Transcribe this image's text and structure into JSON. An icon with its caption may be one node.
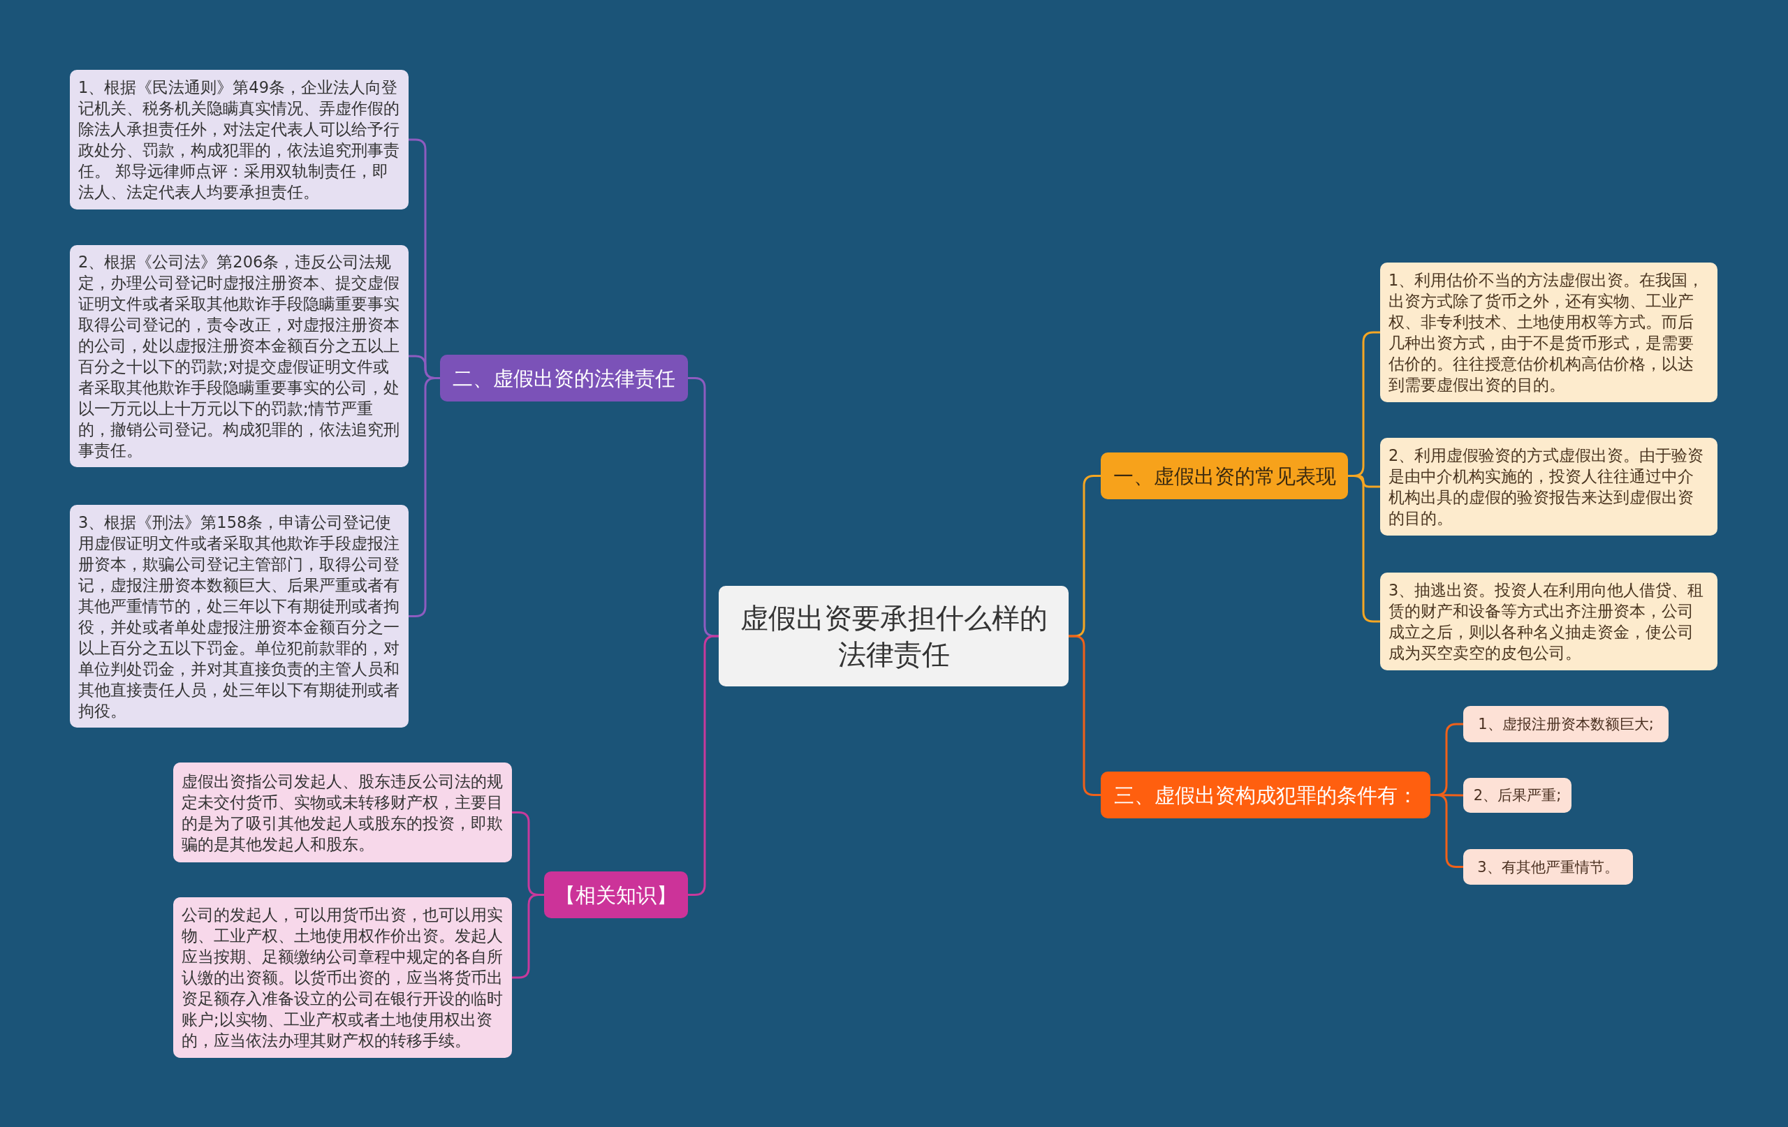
{
  "diagram": {
    "nodes": [
      {
        "text": [
          "虚假出资要承担什么样的法律责任"
        ]
      },
      {
        "text": [
          "一、虚假出资的常见表现"
        ]
      },
      {
        "text": [
          "1、利用估价不当的方法虚假出资。在我国，出资方式除了货币之外，还有实物、工业产权、非专利技术、土地使用权等方式。而后几种出资方式，由于不是货币形式，是需要估价的。往往授意估价机构高估价格，以达到需要虚假出资的目的。"
        ]
      },
      {
        "text": [
          "2、利用虚假验资的方式虚假出资。由于验资是由中介机构实施的，投资人往往通过中介机构出具的虚假的验资报告来达到虚假出资的目的。"
        ]
      },
      {
        "text": [
          "3、抽逃出资。投资人在利用向他人借贷、租赁的财产和设备等方式出齐注册资本，公司成立之后，则以各种名义抽走资金，使公司成为买空卖空的皮包公司。"
        ]
      },
      {
        "text": [
          "三、虚假出资构成犯罪的条件有："
        ]
      },
      {
        "text": [
          "1、虚报注册资本数额巨大;"
        ]
      },
      {
        "text": [
          "2、后果严重;"
        ]
      },
      {
        "text": [
          "3、有其他严重情节。"
        ]
      },
      {
        "text": [
          "二、虚假出资的法律责任"
        ]
      },
      {
        "text": [
          "1、根据《民法通则》第49条，企业法人向登记机关、税务机关隐瞒真实情况、弄虚作假的除法人承担责任外，对法定代表人可以给予行政处分、罚款，构成犯罪的，依法追究刑事责任。 郑导远律师点评：采用双轨制责任，即法人、法定代表人均要承担责任。"
        ]
      },
      {
        "text": [
          "2、根据《公司法》第206条，违反公司法规定，办理公司登记时虚报注册资本、提交虚假证明文件或者采取其他欺诈手段隐瞒重要事实取得公司登记的，责令改正，对虚报注册资本的公司，处以虚报注册资本金额百分之五以上百分之十以下的罚款;对提交虚假证明文件或者采取其他欺诈手段隐瞒重要事实的公司，处以一万元以上十万元以下的罚款;情节严重的，撤销公司登记。构成犯罪的，依法追究刑事责任。"
        ]
      },
      {
        "text": [
          "3、根据《刑法》第158条，申请公司登记使用虚假证明文件或者采取其他欺诈手段虚报注册资本，欺骗公司登记主管部门，取得公司登记，虚报注册资本数额巨大、后果严重或者有其他严重情节的，处三年以下有期徒刑或者拘役，并处或者单处虚报注册资本金额百分之一以上百分之五以下罚金。单位犯前款罪的，对单位判处罚金，并对其直接负责的主管人员和其他直接责任人员，处三年以下有期徒刑或者拘役。"
        ]
      },
      {
        "text": [
          "【相关知识】"
        ]
      },
      {
        "text": [
          "虚假出资指公司发起人、股东违反公司法的规定未交付货币、实物或未转移财产权，主要目的是为了吸引其他发起人或股东的投资，即欺骗的是其他发起人和股东。"
        ]
      },
      {
        "text": [
          "公司的发起人，可以用货币出资，也可以用实物、工业产权、土地使用权作价出资。发起人应当按期、足额缴纳公司章程中规定的各自所认缴的出资额。以货币出资的，应当将货币出资足额存入准备设立的公司在银行开设的临时账户;以实物、工业产权或者土地使用权出资的，应当依法办理其财产权的转移手续。"
        ]
      }
    ],
    "edges": [
      {
        "from": 0,
        "to": 1,
        "arrow": "none",
        "color": "#f5a623"
      },
      {
        "from": 1,
        "to": 2,
        "arrow": "none",
        "color": "#f5a623"
      },
      {
        "from": 1,
        "to": 3,
        "arrow": "none",
        "color": "#f5a623"
      },
      {
        "from": 1,
        "to": 4,
        "arrow": "none",
        "color": "#f5a623"
      },
      {
        "from": 0,
        "to": 5,
        "arrow": "none",
        "color": "#f0611a"
      },
      {
        "from": 5,
        "to": 6,
        "arrow": "none",
        "color": "#f0611a"
      },
      {
        "from": 5,
        "to": 7,
        "arrow": "none",
        "color": "#f0611a"
      },
      {
        "from": 5,
        "to": 8,
        "arrow": "none",
        "color": "#f0611a"
      },
      {
        "from": 0,
        "to": 9,
        "arrow": "none",
        "color": "#8e5cc0"
      },
      {
        "from": 9,
        "to": 10,
        "arrow": "none",
        "color": "#8e5cc0"
      },
      {
        "from": 9,
        "to": 11,
        "arrow": "none",
        "color": "#8e5cc0"
      },
      {
        "from": 9,
        "to": 12,
        "arrow": "none",
        "color": "#8e5cc0"
      },
      {
        "from": 0,
        "to": 13,
        "arrow": "none",
        "color": "#c8399c"
      },
      {
        "from": 13,
        "to": 14,
        "arrow": "none",
        "color": "#c8399c"
      },
      {
        "from": 13,
        "to": 15,
        "arrow": "none",
        "color": "#c8399c"
      }
    ]
  }
}
